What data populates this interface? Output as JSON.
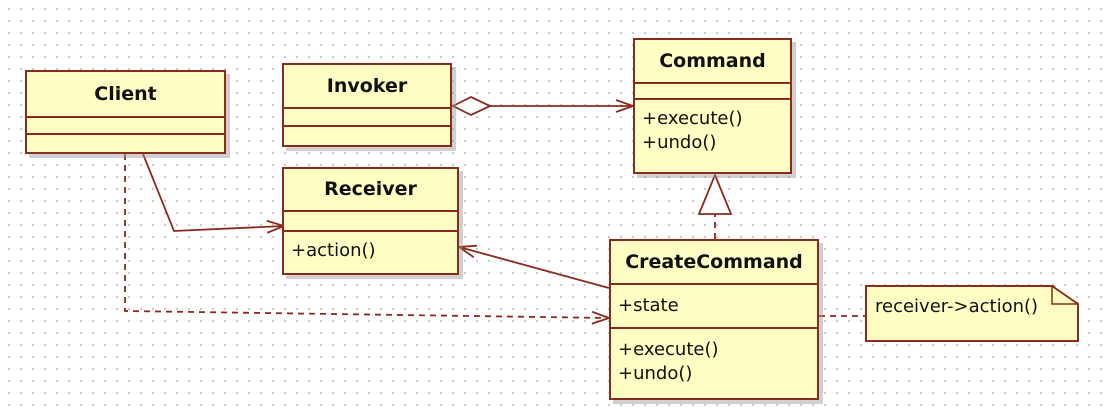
{
  "diagram": {
    "classes": {
      "client": {
        "name": "Client",
        "attributes": [],
        "operations": []
      },
      "invoker": {
        "name": "Invoker",
        "attributes": [],
        "operations": []
      },
      "command": {
        "name": "Command",
        "operations": [
          "+execute()",
          "+undo()"
        ]
      },
      "receiver": {
        "name": "Receiver",
        "operations": [
          "+action()"
        ]
      },
      "create_command": {
        "name": "CreateCommand",
        "attributes": [
          "+state"
        ],
        "operations": [
          "+execute()",
          "+undo()"
        ]
      }
    },
    "note": {
      "text": "receiver->action()"
    },
    "relations": [
      {
        "type": "aggregation",
        "from": "Invoker",
        "to": "Command"
      },
      {
        "type": "association",
        "from": "Client",
        "to": "Receiver"
      },
      {
        "type": "dependency",
        "from": "Client",
        "to": "CreateCommand"
      },
      {
        "type": "realization",
        "from": "CreateCommand",
        "to": "Command"
      },
      {
        "type": "association",
        "from": "CreateCommand",
        "to": "Receiver"
      },
      {
        "type": "note-link",
        "from": "CreateCommand",
        "to": "note"
      }
    ],
    "colors": {
      "line": "#8b2a1f",
      "fill": "#fdfdc4",
      "grid_dot": "#c8c8c8"
    }
  }
}
